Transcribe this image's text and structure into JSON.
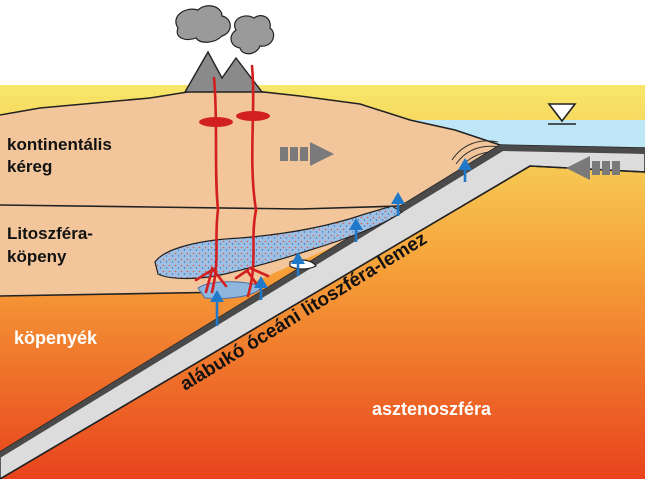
{
  "labels": {
    "continental_crust_line1": "kontinentális",
    "continental_crust_line2": "kéreg",
    "lithosphere_mantle_line1": "Litoszféra-",
    "lithosphere_mantle_line2": "köpeny",
    "mantle_wedge": "köpenyék",
    "subducting_plate": "alábukó óceáni litoszféra-lemez",
    "asthenosphere": "asztenoszféra"
  },
  "colors": {
    "crust": "#f2c69a",
    "outline": "#222222",
    "asthenosphere_top": "#f7e76a",
    "asthenosphere_mid": "#f6a33a",
    "asthenosphere_bottom": "#e8431c",
    "plate_fill": "#dcdcdc",
    "plate_dark": "#4a4a4a",
    "ocean": "#bfe6f7",
    "magma_conduit": "#d21f1f",
    "melt_fill": "#8fb6de",
    "fluid_arrow": "#1f78c8",
    "smoke": "#9a9a9a",
    "motion_arrow": "#7a7a7a",
    "mantle_label_text": "#ffffff",
    "label_text": "#111111"
  },
  "icons": {
    "sea_level": "sea-level-triangle-icon",
    "motion_arrow_right": "arrow-right-icon",
    "motion_arrow_left": "arrow-left-icon",
    "volcano": "volcano-icon",
    "fluid_arrow": "arrow-up-icon"
  }
}
